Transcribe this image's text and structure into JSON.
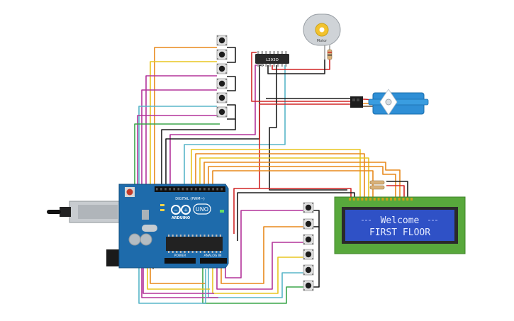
{
  "colors": {
    "orange": "#e8891c",
    "yellow": "#e8c520",
    "magenta": "#b3339a",
    "teal": "#58b6c8",
    "black": "#1d1d1d",
    "red": "#d12626",
    "green": "#3ba54a",
    "brown": "#8a5a2b",
    "board": "#1e6bab",
    "lcd_bg": "#2f51c6",
    "lcd_frame": "#58a83c"
  },
  "components": {
    "arduino": {
      "label_digital": "DIGITAL (PWM~)",
      "label_brand": "ARDUINO",
      "label_model": "UNO",
      "label_power": "POWER",
      "label_analog": "ANALOG IN"
    },
    "driver": {
      "label": "L293D"
    },
    "motor": {
      "label": "Motor"
    },
    "lcd": {
      "line1": "Welcome",
      "line2": "FIRST FLOOR"
    }
  }
}
